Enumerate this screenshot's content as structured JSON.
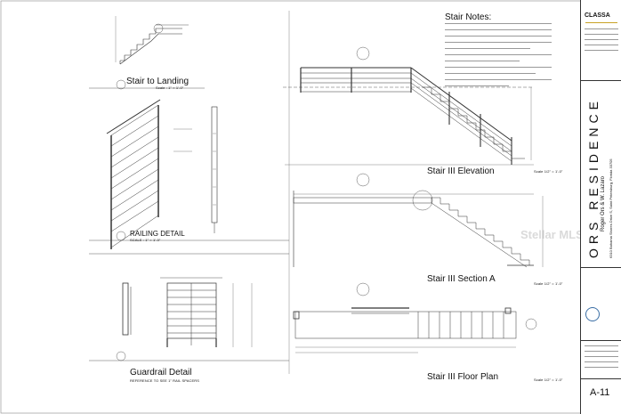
{
  "drawings": {
    "stair_landing": {
      "title": "Stair to Landing",
      "scale": "Scale : 1\" = 1'-0\""
    },
    "railing_detail": {
      "title": "RAILING DETAIL",
      "scale": "SCALE : 1\" = 1'-0\""
    },
    "guardrail_detail": {
      "title": "Guardrail Detail",
      "note": "REFERENCE TO SEE 1\" RAIL SPACERS"
    },
    "stair_elevation": {
      "title": "Stair III Elevation",
      "scale": "Scale 1/2\" = 1'-0\""
    },
    "stair_section": {
      "title": "Stair III Section A",
      "scale": "Scale 1/2\" = 1'-0\""
    },
    "stair_floor_plan": {
      "title": "Stair III Floor Plan",
      "scale": "Scale 1/2\" = 1'-0\""
    }
  },
  "notes": {
    "heading": "Stair Notes:"
  },
  "title_block": {
    "firm_name": "CLASSA",
    "project_name": "ORS RESIDENCE",
    "client": "Roger Ors & W. Lazaro",
    "address": "6310 Bahama Shores Drive S, Saint Petersburg, Florida 33705",
    "sheet_number": "A-11"
  },
  "watermark": "Stellar MLS",
  "colors": {
    "line": "#333333",
    "accent": "#c9a227"
  }
}
